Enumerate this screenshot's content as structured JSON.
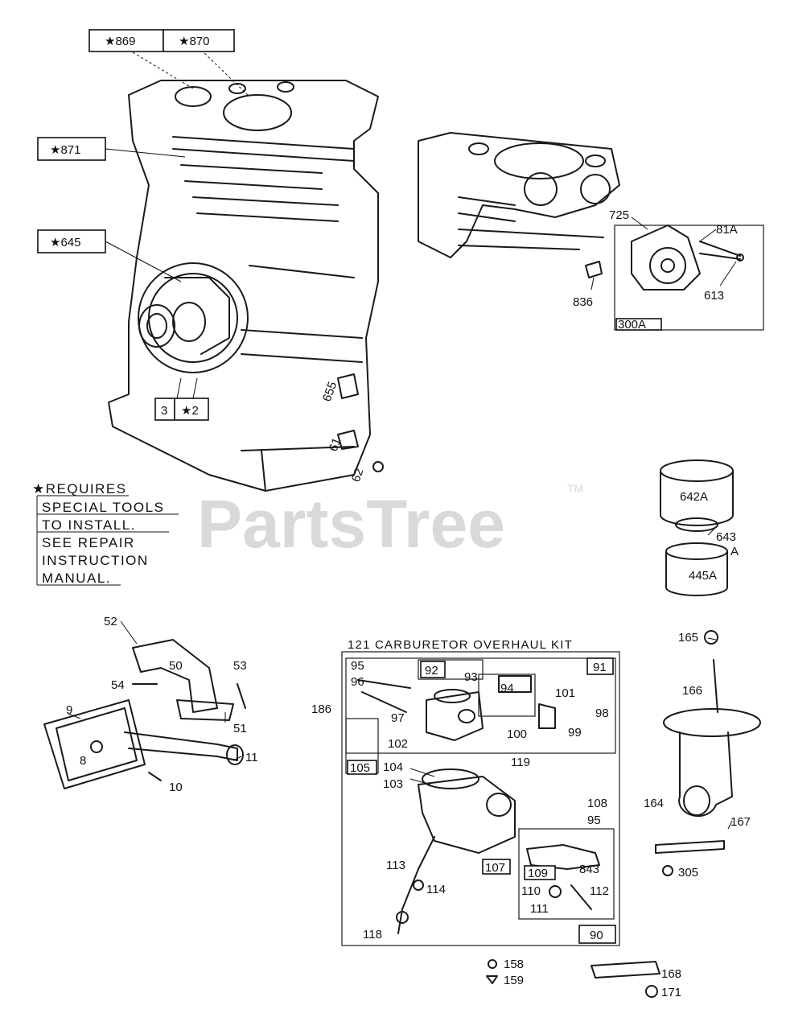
{
  "watermark": {
    "text": "PartsTree",
    "trademark": "TM"
  },
  "note": {
    "lines": [
      "★REQUIRES",
      "SPECIAL TOOLS",
      "TO INSTALL.",
      "SEE REPAIR",
      "INSTRUCTION",
      "MANUAL."
    ]
  },
  "kit_title": "121  CARBURETOR OVERHAUL KIT",
  "labels": {
    "p869": "★869",
    "p870": "★870",
    "p871": "★871",
    "p645": "★645",
    "p3": "3",
    "p2": "★2",
    "p655": "655",
    "p61": "61",
    "p62": "62",
    "p725": "725",
    "p81a": "81A",
    "p836": "836",
    "p613": "613",
    "p300a": "300A",
    "p642a": "642A",
    "p643": "643",
    "p643a": "A",
    "p445a": "445A",
    "p52": "52",
    "p50": "50",
    "p53": "53",
    "p54": "54",
    "p9": "9",
    "p51": "51",
    "p8": "8",
    "p11": "11",
    "p10": "10",
    "p95a": "95",
    "p96": "96",
    "p92": "92",
    "p93": "93",
    "p91": "91",
    "p94": "94",
    "p101": "101",
    "p186": "186",
    "p97": "97",
    "p98": "98",
    "p100": "100",
    "p99": "99",
    "p102": "102",
    "p105": "105",
    "p104": "104",
    "p103": "103",
    "p119": "119",
    "p108": "108",
    "p95b": "95",
    "p113": "113",
    "p107": "107",
    "p109": "109",
    "p843": "843",
    "p114": "114",
    "p110": "110",
    "p112": "112",
    "p111": "111",
    "p118": "118",
    "p90": "90",
    "p165": "165",
    "p166": "166",
    "p164": "164",
    "p167": "167",
    "p305": "305",
    "p158": "158",
    "p159": "159",
    "p168": "168",
    "p171": "171"
  }
}
